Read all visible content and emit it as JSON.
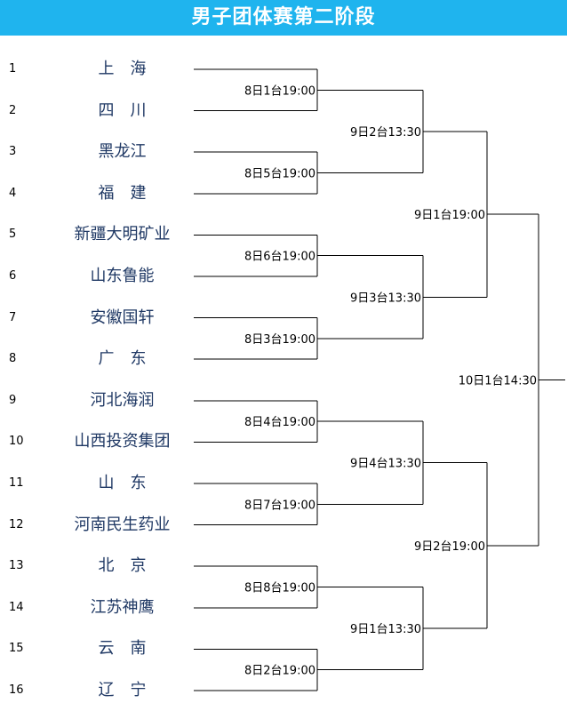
{
  "title": "男子团体赛第二阶段",
  "teams": [
    {
      "num": "1",
      "name": "上　海"
    },
    {
      "num": "2",
      "name": "四　川"
    },
    {
      "num": "3",
      "name": "黑龙江"
    },
    {
      "num": "4",
      "name": "福　建"
    },
    {
      "num": "5",
      "name": "新疆大明矿业"
    },
    {
      "num": "6",
      "name": "山东鲁能"
    },
    {
      "num": "7",
      "name": "安徽国轩"
    },
    {
      "num": "8",
      "name": "广　东"
    },
    {
      "num": "9",
      "name": "河北海润"
    },
    {
      "num": "10",
      "name": "山西投资集团"
    },
    {
      "num": "11",
      "name": "山　东"
    },
    {
      "num": "12",
      "name": "河南民生药业"
    },
    {
      "num": "13",
      "name": "北　京"
    },
    {
      "num": "14",
      "name": "江苏神鹰"
    },
    {
      "num": "15",
      "name": "云　南"
    },
    {
      "num": "16",
      "name": "辽　宁"
    }
  ],
  "rounds": [
    [
      "8日1台19:00",
      "8日5台19:00",
      "8日6台19:00",
      "8日3台19:00",
      "8日4台19:00",
      "8日7台19:00",
      "8日8台19:00",
      "8日2台19:00"
    ],
    [
      "9日2台13:30",
      "9日3台13:30",
      "9日4台13:30",
      "9日1台13:30"
    ],
    [
      "9日1台19:00",
      "9日2台19:00"
    ],
    [
      "10日1台14:30"
    ]
  ]
}
